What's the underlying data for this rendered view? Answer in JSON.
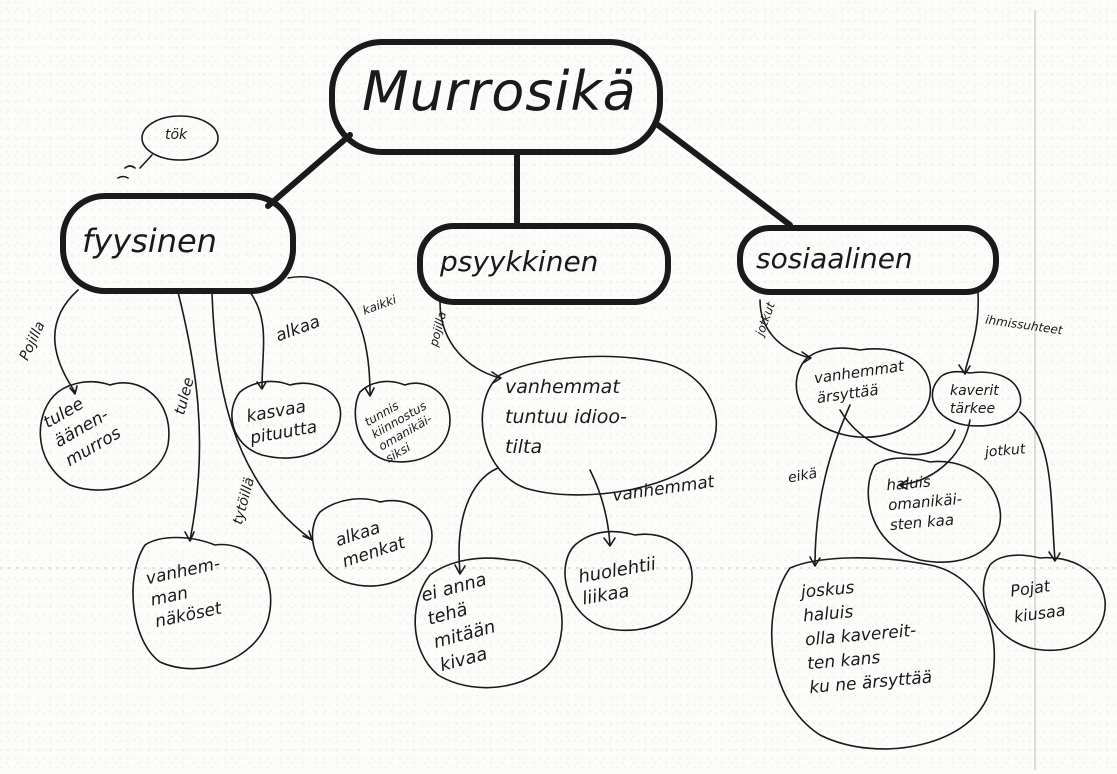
{
  "center": {
    "title": "Murrosikä"
  },
  "categories": {
    "physical": {
      "label": "fyysinen"
    },
    "psychological": {
      "label": "psyykkinen"
    },
    "social": {
      "label": "sosiaalinen"
    }
  },
  "bubble_top_left": "tök",
  "physical_branch": {
    "edge_pojilla": "Pojilla",
    "node_aanenmurros": "tulee\näänen-\nmurros",
    "edge_tulee": "tulee",
    "node_vanhemman_nakoset": "vanhem-\nman\nnäköset",
    "edge_tytoilla": "tytöillä",
    "node_alkaa_menkat": "alkaa\nmenkat",
    "edge_alkaa": "alkaa",
    "node_kasvaa_pituutta": "kasvaa\npituutta",
    "edge_kaikki": "kaikki",
    "node_kiinnostus": "tunnis\nkiinnostus\nomanikäi-\nsiksi"
  },
  "psych_branch": {
    "edge_pojilla": "pojilla",
    "node_vanhemmat_idiootit": "vanhemmat\ntuntuu idioo-\ntilta",
    "edge_vanhemmat": "vanhemmat",
    "node_ei_anna": "ei anna\ntehä\nmitään\nkivaa",
    "node_huolehtii": "huolehtii\nliikaa"
  },
  "social_branch": {
    "edge_joku": "jotkut",
    "node_vanhemmat_arsyttaa": "vanhemmat\närsyttää",
    "edge_ihmissuhteet": "ihmissuhteet",
    "node_kaverit_tarkeet": "kaverit\ntärkee",
    "edge_jotkut": "jotkut",
    "edge_eika": "eikä",
    "node_haluis_omanikaisten": "haluis\nomanikäi-\nsten kaa",
    "node_joskus_haluis": "joskus\nhaluis\nolla kavereit-\nten kans\nku ne ärsyttää",
    "node_pojat_kiusaa": "Pojat\nkiusaa"
  }
}
